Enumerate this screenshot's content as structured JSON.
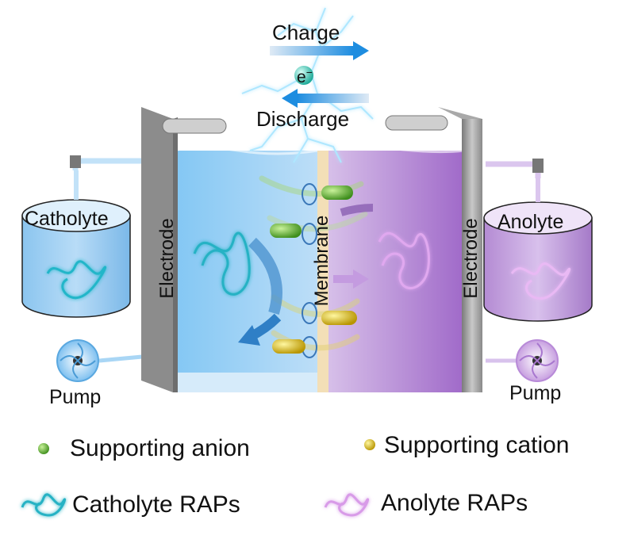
{
  "energy": {
    "charge": "Charge",
    "electron": "e",
    "electron_sup": "−",
    "discharge": "Discharge"
  },
  "cell": {
    "left_electrode": "Electrode",
    "right_electrode": "Electrode",
    "membrane": "Membrane"
  },
  "tanks": {
    "left": "Catholyte",
    "right": "Anolyte"
  },
  "pumps": {
    "left": "Pump",
    "right": "Pump"
  },
  "legend": {
    "anion": "Supporting anion",
    "cation": "Supporting cation",
    "catholyte_raps": "Catholyte RAPs",
    "anolyte_raps": "Anolyte RAPs"
  },
  "colors": {
    "catholyte": "#6ab8ee",
    "anolyte": "#b07ccc",
    "electrode": "#9a9a9a",
    "membrane": "#f3dfb7",
    "anion": "#5fae2e",
    "cation": "#d9b80b",
    "arrow": "#2f8fd8",
    "polymer_cat": "#2bb8c8",
    "polymer_ano": "#d79be8"
  }
}
